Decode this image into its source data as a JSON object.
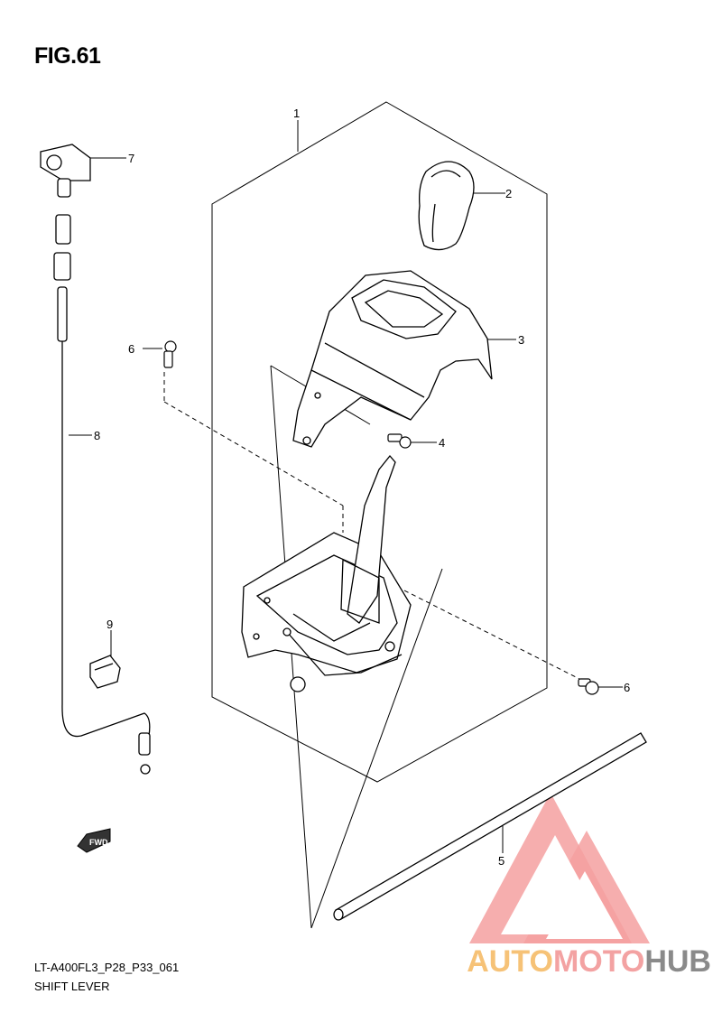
{
  "figure": {
    "title": "FIG.61",
    "code": "LT-A400FL3_P28_P33_061",
    "subtitle": "SHIFT LEVER"
  },
  "callouts": [
    {
      "id": "1",
      "label": "1"
    },
    {
      "id": "2",
      "label": "2"
    },
    {
      "id": "3",
      "label": "3"
    },
    {
      "id": "4",
      "label": "4"
    },
    {
      "id": "5",
      "label": "5"
    },
    {
      "id": "6a",
      "label": "6"
    },
    {
      "id": "6b",
      "label": "6"
    },
    {
      "id": "7",
      "label": "7"
    },
    {
      "id": "8",
      "label": "8"
    },
    {
      "id": "9",
      "label": "9"
    }
  ],
  "fwd_badge": "FWD",
  "watermark": {
    "part1": "AUTO",
    "part2": "MOTO",
    "part3": "HUB",
    "colors": {
      "part1": "#f6c277",
      "part2": "#f3a2a2",
      "part3": "#8a8a8a",
      "logo": "#f5a0a0"
    }
  }
}
